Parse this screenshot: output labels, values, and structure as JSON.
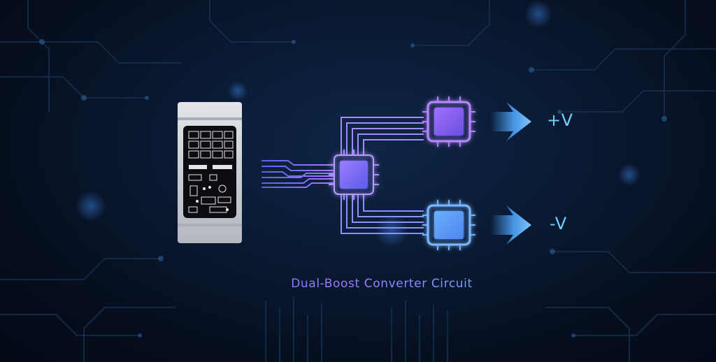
{
  "diagram": {
    "caption": "Dual-Boost Converter Circuit",
    "outputs": [
      {
        "label": "+V",
        "color": "#6fd0ff"
      },
      {
        "label": "-V",
        "color": "#6fd0ff"
      }
    ]
  },
  "colors": {
    "background": "#0a1a33",
    "trace_purple": "#9b7bff",
    "chip_input": "#8a6cf5",
    "chip_positive": "#8b5cf6",
    "chip_negative": "#5a9cf5",
    "arrow": "#4fa8ff",
    "module_body": "#c9ccd2"
  },
  "icons": [
    "circuit-module-icon",
    "chip-icon",
    "arrow-right-icon"
  ]
}
